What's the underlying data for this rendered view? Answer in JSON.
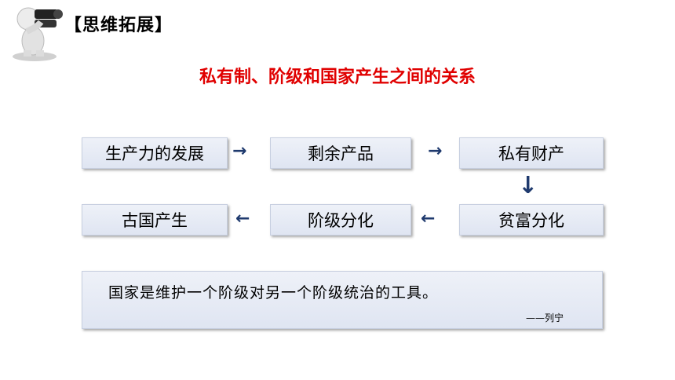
{
  "header": {
    "title": "【思维拓展】",
    "figure_icon": "person-with-binoculars-icon"
  },
  "subtitle": "私有制、阶级和国家产生之间的关系",
  "flow": {
    "row1": [
      "生产力的发展",
      "剩余产品",
      "私有财产"
    ],
    "row2": [
      "古国产生",
      "阶级分化",
      "贫富分化"
    ],
    "arrow_right": "→",
    "arrow_left": "←",
    "arrow_down": "↓"
  },
  "quote": {
    "text": "国家是维护一个阶级对另一个阶级统治的工具。",
    "author": "——列宁"
  },
  "colors": {
    "subtitle": "#e00000",
    "arrow": "#1f3a6e",
    "box_bg": "#e6ebf5"
  }
}
